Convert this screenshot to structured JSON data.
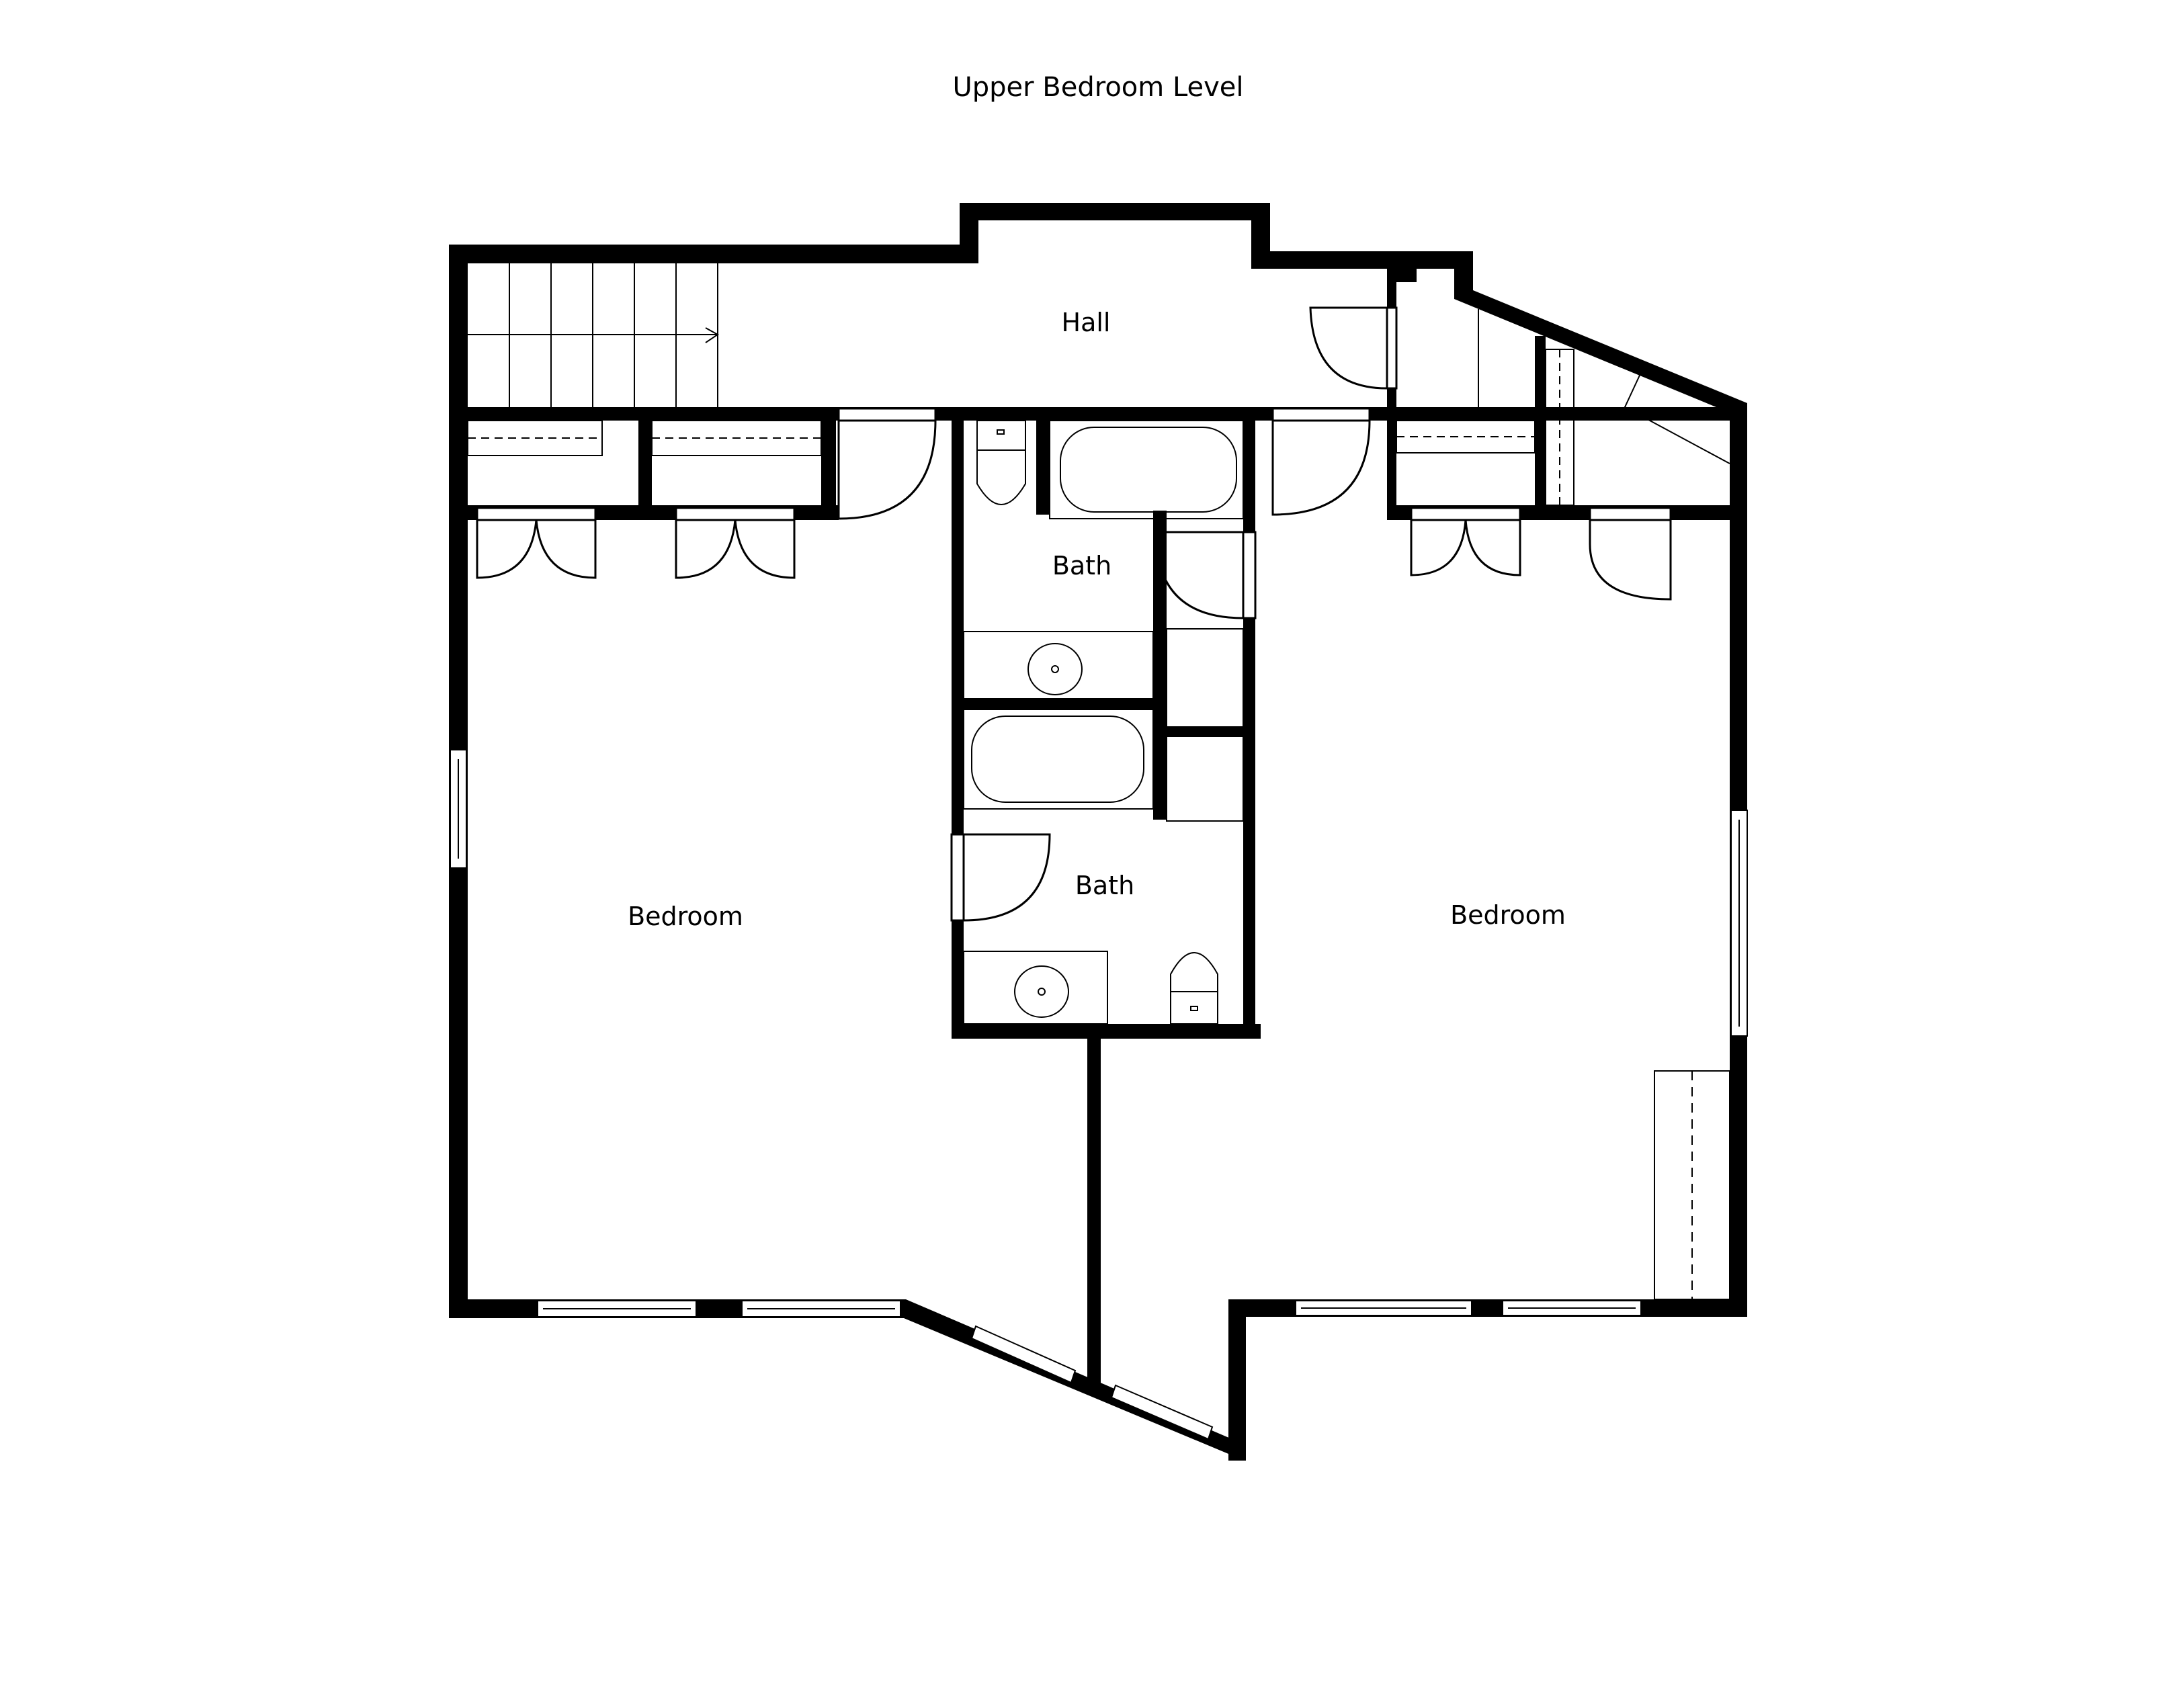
{
  "title": "Upper Bedroom Level",
  "rooms": {
    "hall": "Hall",
    "bath_upper": "Bath",
    "bath_lower": "Bath",
    "bedroom_left": "Bedroom",
    "bedroom_right": "Bedroom"
  },
  "colors": {
    "wall": "#000000",
    "background": "#ffffff",
    "fixture_line": "#000000"
  },
  "icons": [
    "stairs-icon",
    "door-swing-icon",
    "window-icon",
    "bathtub-icon",
    "toilet-icon",
    "sink-icon",
    "closet-rod-icon"
  ]
}
